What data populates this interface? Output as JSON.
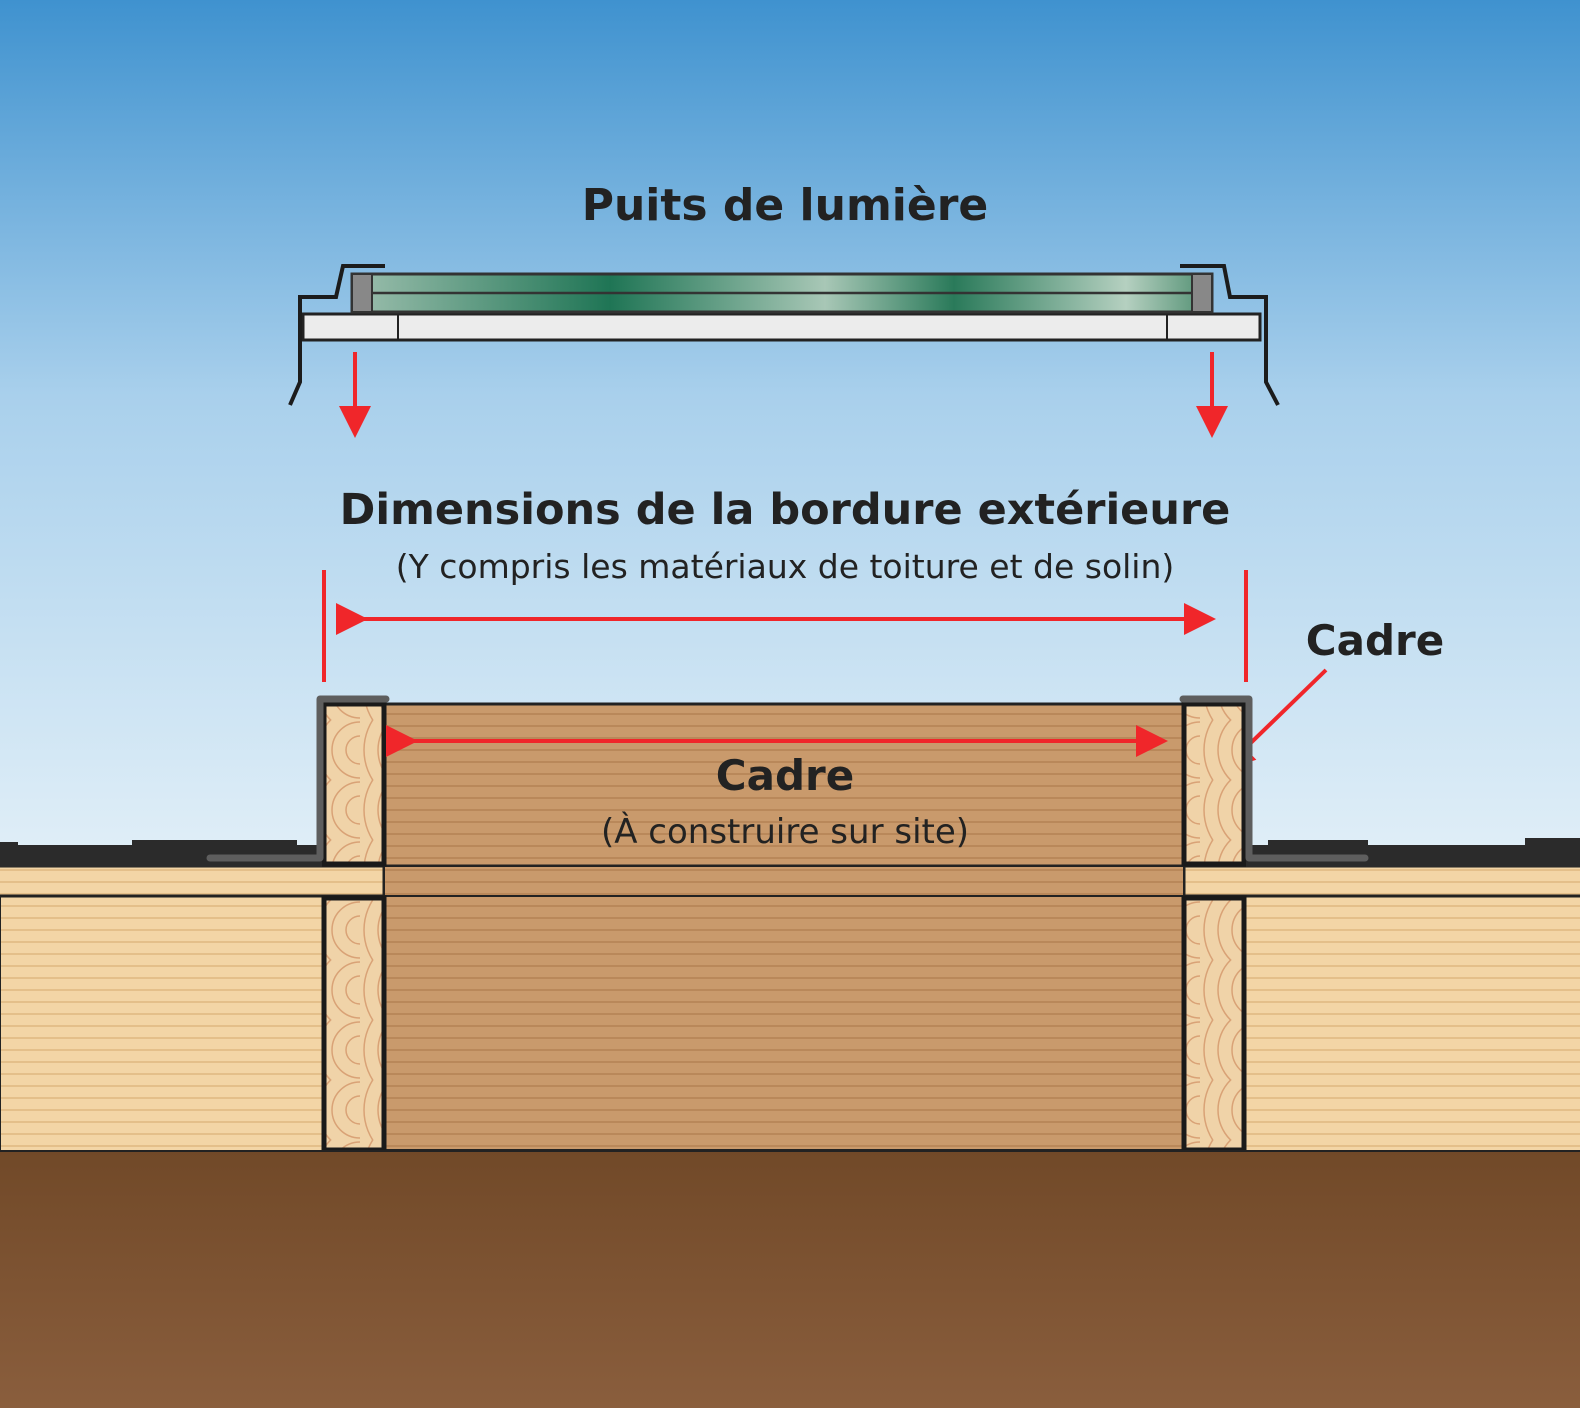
{
  "labels": {
    "skylight_title": "Puits de lumière",
    "outer_dimension_title": "Dimensions de la bordure extérieure",
    "outer_dimension_note": "(Y compris les matériaux de toiture et de solin)",
    "frame_side_label": "Cadre",
    "frame_center_label": "Cadre",
    "frame_center_note": "(À construire sur site)"
  },
  "colors": {
    "arrow": "#f0262a",
    "sky_top": "#3f92cf",
    "sky_bottom": "#dcecf6",
    "wood_light": "#f3d5a6",
    "wood_dark": "#c99a6c",
    "ground": "#7e5434",
    "shingle": "#2a2a2a",
    "flashing": "#5e5e5e",
    "glass": "#2e7b5c"
  }
}
